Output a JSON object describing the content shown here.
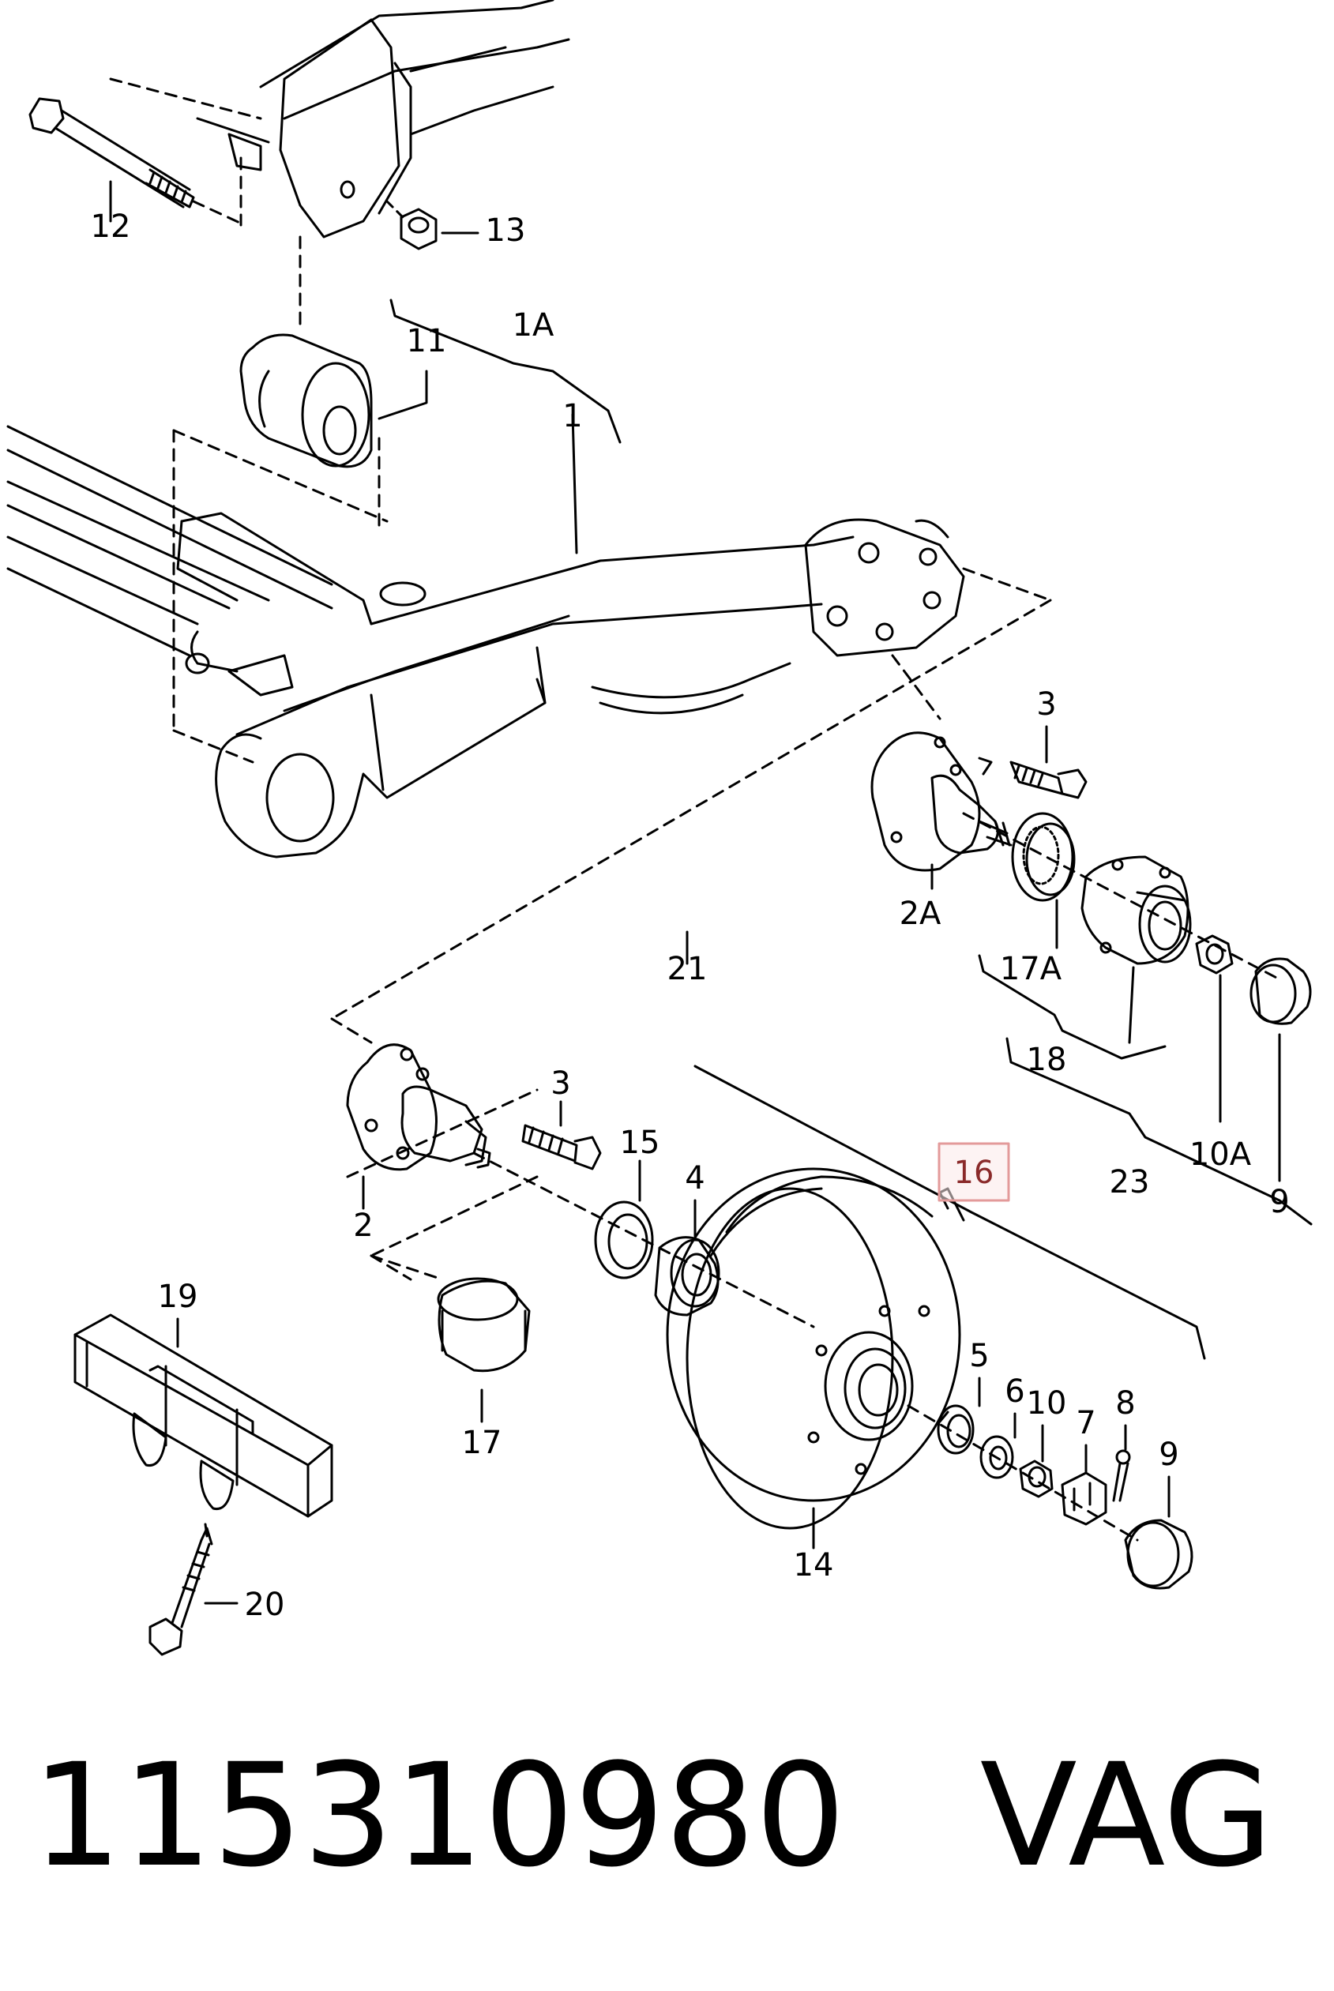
{
  "diagram": {
    "callouts": {
      "c1": "1",
      "c1a": "1A",
      "c2": "2",
      "c2a": "2A",
      "c3a": "3",
      "c3b": "3",
      "c4": "4",
      "c5": "5",
      "c6": "6",
      "c7": "7",
      "c8": "8",
      "c9a": "9",
      "c9b": "9",
      "c10": "10",
      "c10a": "10A",
      "c11": "11",
      "c12": "12",
      "c13": "13",
      "c14": "14",
      "c15": "15",
      "c16": "16",
      "c17": "17",
      "c17a": "17A",
      "c18": "18",
      "c19": "19",
      "c20": "20",
      "c21": "21",
      "c23": "23"
    },
    "highlighted_callout": "16",
    "highlight_color": "#e8a0a0"
  },
  "footer": {
    "part_number": "115310980",
    "brand": "VAG"
  }
}
